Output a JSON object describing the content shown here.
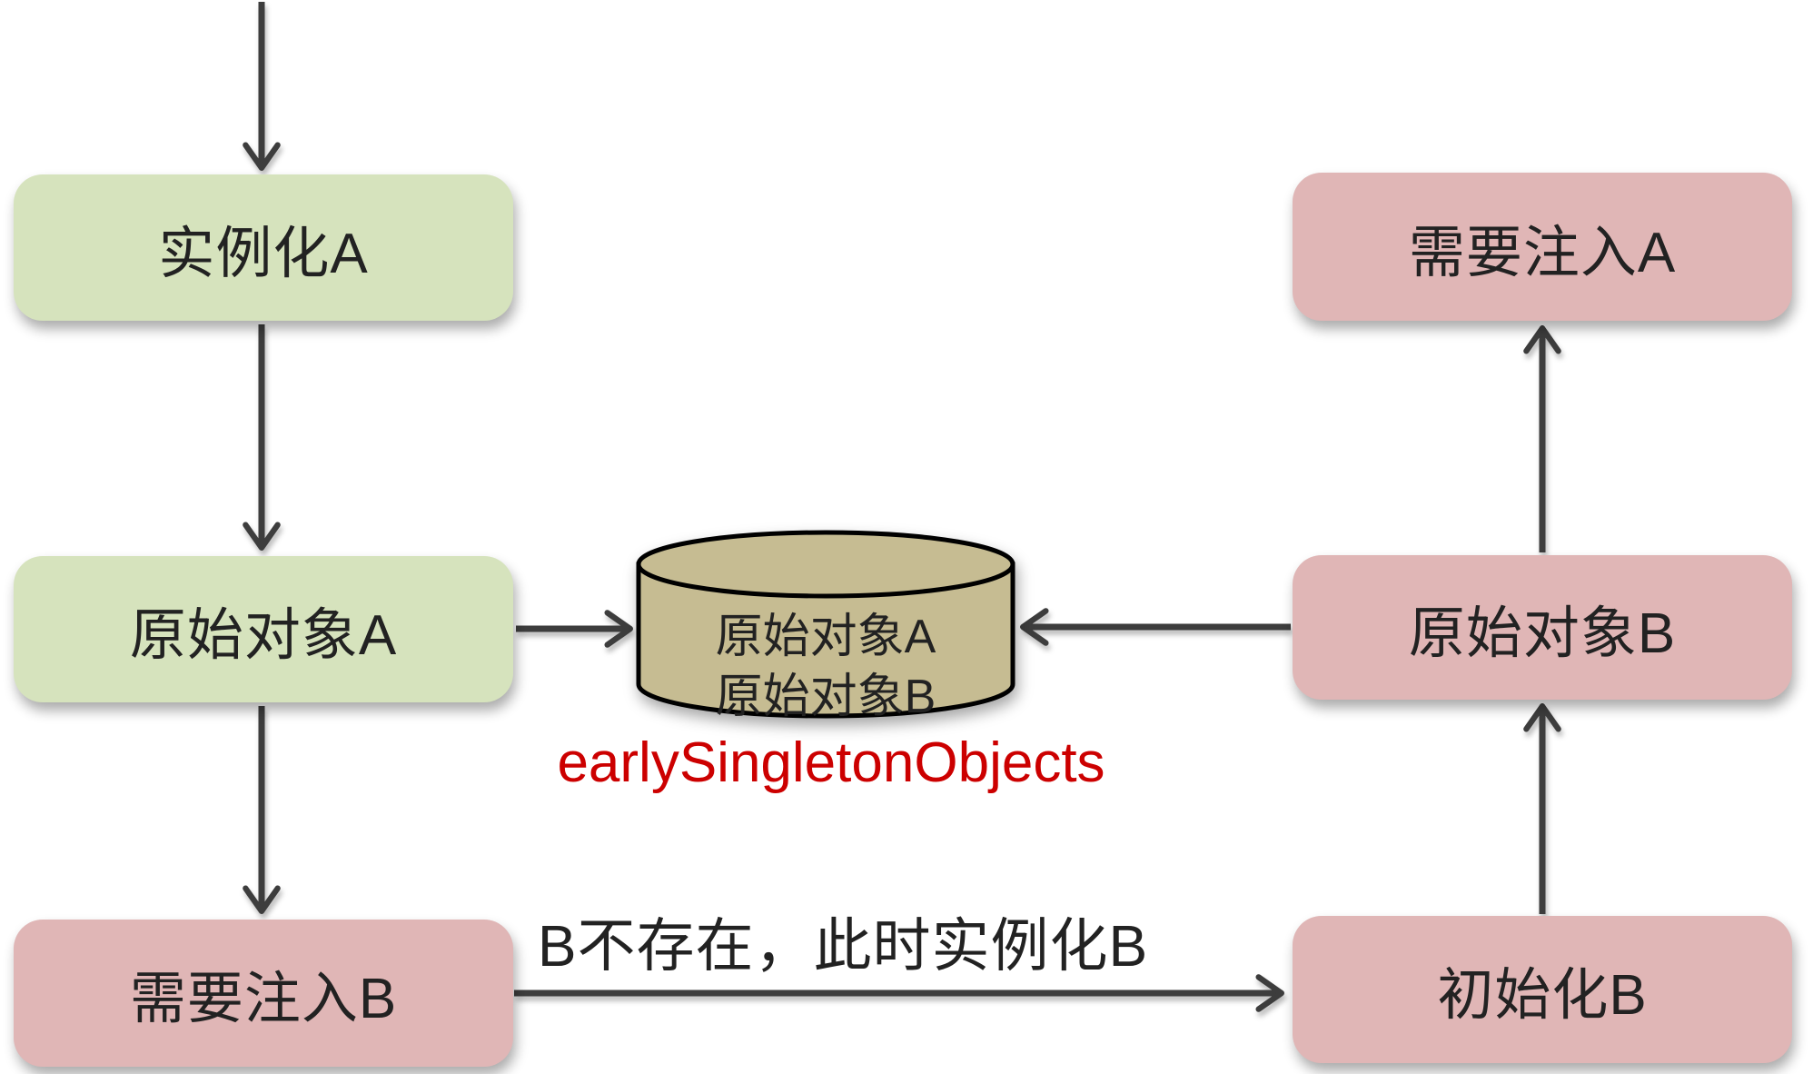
{
  "colors": {
    "green_fill": "#d6e3bd",
    "pink_fill": "#e0b6b6",
    "cylinder_fill": "#c6bc92",
    "cylinder_stroke": "#000000",
    "arrow": "#3d3d3d",
    "node_text": "#222222",
    "caption_red": "#cc0000"
  },
  "nodes": {
    "instantiate_a": {
      "label": "实例化A"
    },
    "raw_object_a": {
      "label": "原始对象A"
    },
    "need_inject_b": {
      "label": "需要注入B"
    },
    "need_inject_a": {
      "label": "需要注入A"
    },
    "raw_object_b": {
      "label": "原始对象B"
    },
    "initialize_b": {
      "label": "初始化B"
    }
  },
  "store": {
    "line1": "原始对象A",
    "line2": "原始对象B",
    "caption": "earlySingletonObjects"
  },
  "edge_label": "B不存在，此时实例化B"
}
